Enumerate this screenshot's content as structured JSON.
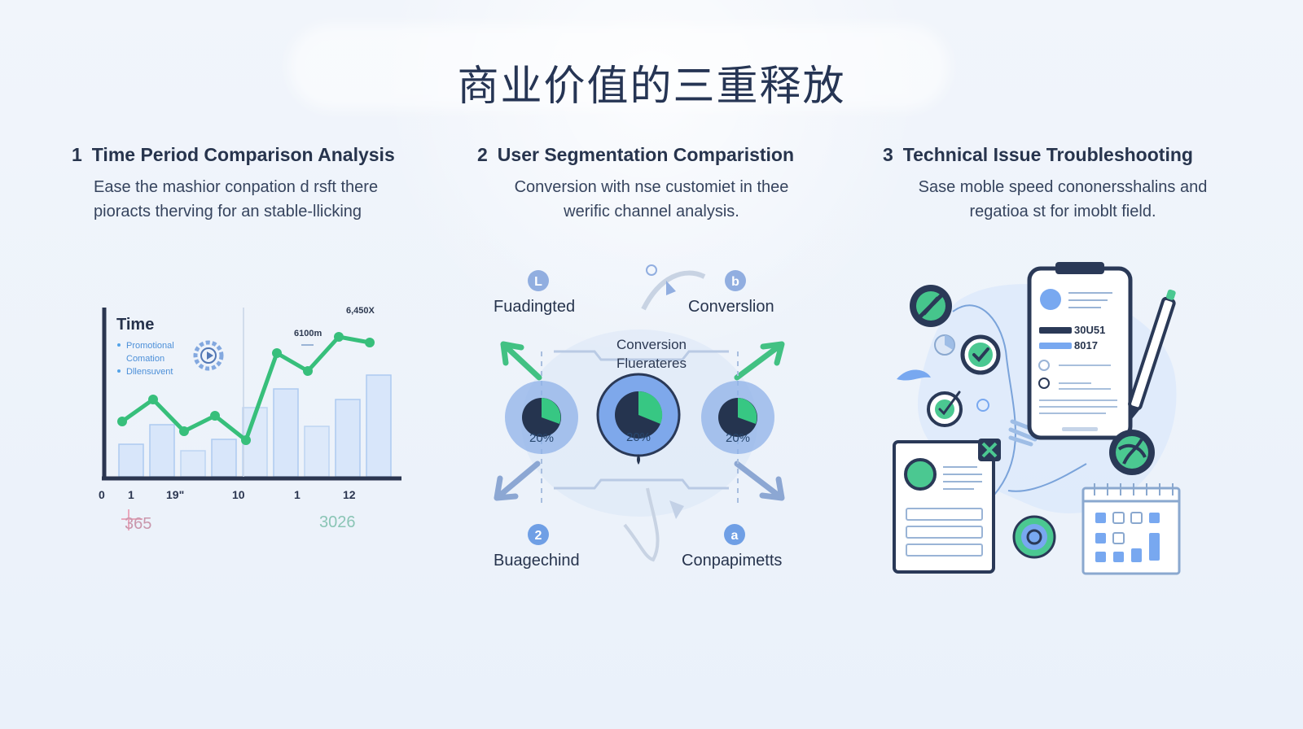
{
  "title": "商业价值的三重释放",
  "sections": [
    {
      "number": "1",
      "heading": "Time Period Comparison Analysis",
      "description_lines": [
        "Ease the mashior conpation d rsft there",
        "pioracts therving for an stable-llicking"
      ]
    },
    {
      "number": "2",
      "heading": "User Segmentation Comparistion",
      "description_lines": [
        "Conversion with nse customiet in thee",
        "werific channel analysis."
      ]
    },
    {
      "number": "3",
      "heading": "Technical Issue Troubleshooting",
      "description_lines": [
        "Sase moble speed cononersshalins and",
        "regatioa st for imoblt field."
      ]
    }
  ],
  "chart1": {
    "title": "Time",
    "legend": [
      "Promotional",
      "Comation",
      "Dllensuvent"
    ],
    "labels_top": [
      "6100m",
      "6,450X"
    ],
    "x_ticks": [
      "0",
      "1",
      "19\"",
      "10",
      "1",
      "12"
    ],
    "bottom_labels": [
      "365",
      "3026"
    ],
    "bar_values": [
      40,
      64,
      32,
      46,
      85,
      108,
      62,
      95,
      125
    ],
    "line_values": [
      68,
      95,
      56,
      75,
      45,
      152,
      130,
      172,
      165
    ],
    "colors": {
      "axis": "#2b3650",
      "line": "#37bf7b",
      "bar": "#d7e6fb",
      "bar_stroke": "#aac8f0"
    }
  },
  "chart2": {
    "nodes": [
      "Fuadingted",
      "Converslion",
      "Buagechind",
      "Conpapimetts"
    ],
    "center_lines": [
      "Conversion",
      "Fluerateres"
    ],
    "pie_labels": [
      "20%",
      "20%",
      "20%"
    ],
    "badges": [
      "L",
      "b",
      "2",
      "a"
    ],
    "colors": {
      "arrow": "#42c183",
      "pie_dark": "#25344f",
      "pie_green": "#37c783",
      "pie_blue": "#7ea8eb"
    }
  },
  "chart3": {
    "phone_values": [
      "30U51",
      "8017"
    ],
    "colors": {
      "outline": "#2a3957",
      "green": "#4bc891",
      "blue": "#78a8f0"
    }
  }
}
